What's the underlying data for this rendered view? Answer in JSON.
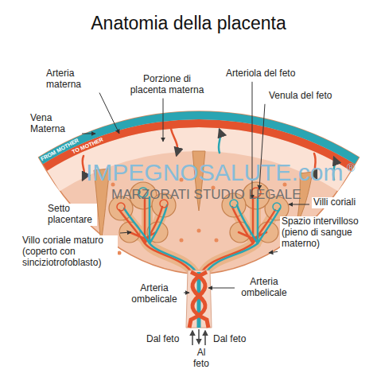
{
  "diagram": {
    "title": "Anatomia della placenta",
    "labels": [
      "Arteria materna",
      "Porzione di placenta materna",
      "Arteriola del feto",
      "Vena Materna",
      "Venula del feto",
      "FROM MOTHER",
      "TO MOTHER",
      "IMPEGNOSALUTE.com",
      "®",
      "Villi coriali",
      "MARZORATI STUDIO LEGALE",
      "Setto placentare",
      "Villo coriale maturo (coperto con sinciziotrofoblasto)",
      "Spazio intervilloso (pieno di sangue materno)",
      "Arteria ombelicale",
      "Arteria ombelicale",
      "Dal feto",
      "Dal feto",
      "Al feto"
    ]
  }
}
